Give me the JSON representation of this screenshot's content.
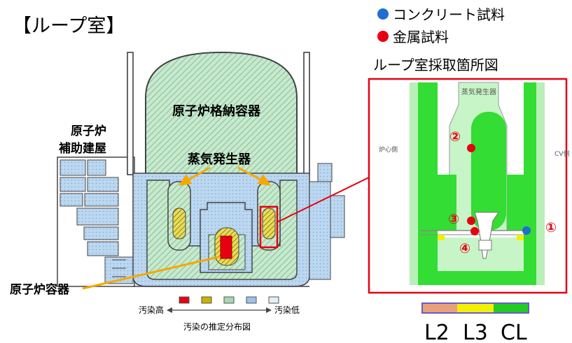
{
  "title": "【ループ室】",
  "legend_samples": [
    {
      "label": "コンクリート試料",
      "color": "#1f6fd1"
    },
    {
      "label": "金属試料",
      "color": "#e60012"
    }
  ],
  "inset_title": "ループ室採取箇所図",
  "labels": {
    "containment": "原子炉格納容器",
    "aux_building_line1": "原子炉",
    "aux_building_line2": "補助建屋",
    "steam_generator": "蒸気発生器",
    "reactor_vessel": "原子炉容器",
    "inset_sg": "蒸気発生器",
    "inset_left": "炉心側",
    "inset_right": "CV側"
  },
  "contamination_scale": {
    "high_label": "汚染高",
    "low_label": "汚染低",
    "caption": "汚染の推定分布図",
    "swatches": [
      "#e60012",
      "#c8b400",
      "#a8d8b0",
      "#9cc3e6",
      "#e6eef6"
    ]
  },
  "sample_points": [
    {
      "label": "①",
      "type": "concrete"
    },
    {
      "label": "②",
      "type": "metal"
    },
    {
      "label": "③",
      "type": "metal"
    },
    {
      "label": "④",
      "type": "metal"
    }
  ],
  "level_bar": {
    "colors": [
      "#e8a07a",
      "#f0f000",
      "#22cc22"
    ],
    "labels": [
      "L2",
      "L3",
      "CL"
    ]
  }
}
